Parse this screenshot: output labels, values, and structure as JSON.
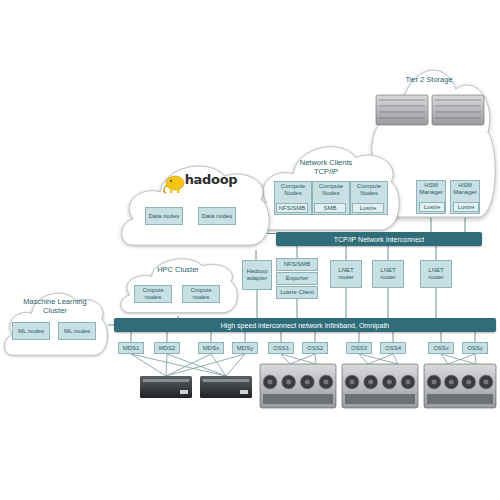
{
  "diagram": {
    "nodes": [
      {
        "text": [
          "Tier 2 Storage"
        ]
      },
      {
        "text": [
          "HSM Manager"
        ],
        "in": 0
      },
      {
        "text": [
          "Lustre"
        ],
        "in": 1
      },
      {
        "text": [
          "HSM Manager"
        ],
        "in": 0
      },
      {
        "text": [
          "Lustre"
        ],
        "in": 3
      },
      {
        "text": [
          "Network Clients TCP/IP"
        ]
      },
      {
        "text": [
          "Compute Nodes"
        ],
        "in": 5
      },
      {
        "text": [
          "NFS/SMB"
        ],
        "in": 6
      },
      {
        "text": [
          "Compute Nodes"
        ],
        "in": 5
      },
      {
        "text": [
          "SMB"
        ],
        "in": 8
      },
      {
        "text": [
          "Compute Nodes"
        ],
        "in": 5
      },
      {
        "text": [
          "Lustre"
        ],
        "in": 10
      },
      {
        "text": [
          "hadoop"
        ]
      },
      {
        "text": [
          "Data nodes"
        ],
        "in": 12
      },
      {
        "text": [
          "Data nodes"
        ],
        "in": 12
      },
      {
        "text": [
          "TCP/IP Network Interconnect"
        ]
      },
      {
        "text": [
          "HPC Cluster"
        ]
      },
      {
        "text": [
          "Cmpute nodes"
        ],
        "in": 16
      },
      {
        "text": [
          "Cmpute nodes"
        ],
        "in": 16
      },
      {
        "text": [
          "Hadoop adapter"
        ]
      },
      {
        "text": [
          "NFS/SMB"
        ]
      },
      {
        "text": [
          "Exporter"
        ]
      },
      {
        "text": [
          "Lustre Client"
        ]
      },
      {
        "text": [
          "LNET router"
        ]
      },
      {
        "text": [
          "LNET router"
        ]
      },
      {
        "text": [
          "LNET router"
        ]
      },
      {
        "text": [
          "Maschine Learning Cluster"
        ]
      },
      {
        "text": [
          "ML nodes"
        ],
        "in": 26
      },
      {
        "text": [
          "ML nodes"
        ],
        "in": 26
      },
      {
        "text": [
          "High speed interconnect network Infiniband, Omnipath"
        ]
      },
      {
        "text": [
          "MDS1"
        ]
      },
      {
        "text": [
          "MDS2"
        ]
      },
      {
        "text": [
          "MDSx"
        ]
      },
      {
        "text": [
          "MDSy"
        ]
      },
      {
        "text": [
          "OSS1"
        ]
      },
      {
        "text": [
          "OSS2"
        ]
      },
      {
        "text": [
          "OSS3"
        ]
      },
      {
        "text": [
          "OSS4"
        ]
      },
      {
        "text": [
          "OSSx"
        ]
      },
      {
        "text": [
          "OSSy"
        ]
      }
    ],
    "edges": [
      {
        "from": 1,
        "to": 15,
        "arrow": "none"
      },
      {
        "from": 3,
        "to": 15,
        "arrow": "none"
      },
      {
        "from": 5,
        "to": 15,
        "arrow": "none"
      },
      {
        "from": 12,
        "to": 19,
        "arrow": "none"
      },
      {
        "from": 19,
        "to": 29,
        "arrow": "none"
      },
      {
        "from": 15,
        "to": 20,
        "arrow": "none"
      },
      {
        "from": 22,
        "to": 29,
        "arrow": "none"
      },
      {
        "from": 15,
        "to": 23,
        "arrow": "none"
      },
      {
        "from": 15,
        "to": 24,
        "arrow": "none"
      },
      {
        "from": 15,
        "to": 25,
        "arrow": "none"
      },
      {
        "from": 23,
        "to": 29,
        "arrow": "none"
      },
      {
        "from": 24,
        "to": 29,
        "arrow": "none"
      },
      {
        "from": 25,
        "to": 29,
        "arrow": "none"
      },
      {
        "from": 16,
        "to": 29,
        "arrow": "none"
      },
      {
        "from": 26,
        "to": 29,
        "arrow": "none"
      },
      {
        "from": 29,
        "to": 30,
        "arrow": "none"
      },
      {
        "from": 29,
        "to": 31,
        "arrow": "none"
      },
      {
        "from": 29,
        "to": 32,
        "arrow": "none"
      },
      {
        "from": 29,
        "to": 33,
        "arrow": "none"
      },
      {
        "from": 29,
        "to": 34,
        "arrow": "none"
      },
      {
        "from": 29,
        "to": 35,
        "arrow": "none"
      },
      {
        "from": 29,
        "to": 36,
        "arrow": "none"
      },
      {
        "from": 29,
        "to": 37,
        "arrow": "none"
      },
      {
        "from": 29,
        "to": 38,
        "arrow": "none"
      },
      {
        "from": 29,
        "to": 39,
        "arrow": "none"
      }
    ]
  }
}
